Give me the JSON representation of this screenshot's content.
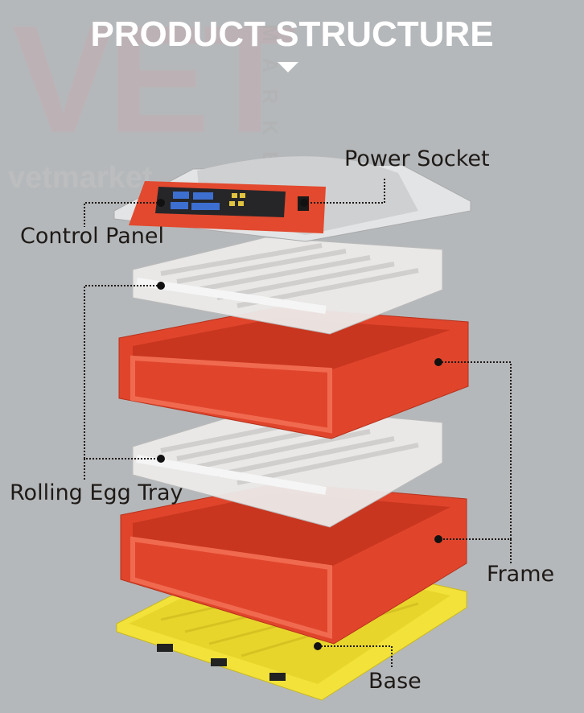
{
  "title": "PRODUCT STRUCTURE",
  "watermark": {
    "big": "VET",
    "vertical": "MARKET",
    "small": "vetmarket"
  },
  "labels": {
    "power_socket": "Power Socket",
    "control_panel": "Control Panel",
    "rolling_egg_tray": "Rolling Egg Tray",
    "frame": "Frame",
    "base": "Base"
  },
  "colors": {
    "background": "#b5b8ba",
    "frame": "#e0452c",
    "base": "#f2e23a",
    "lid": "#d9dadb",
    "tray": "#ecebea"
  }
}
